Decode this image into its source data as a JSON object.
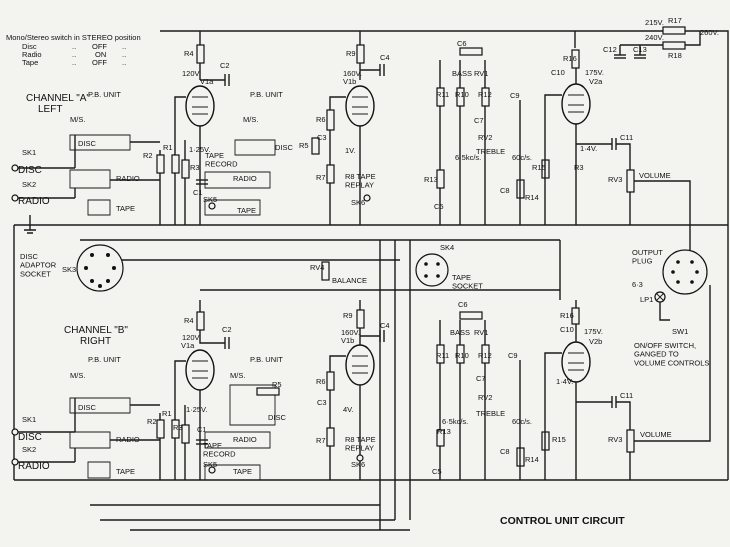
{
  "header": {
    "note_title": "Mono/Stereo switch in STEREO position",
    "note_rows": [
      {
        "source": "Disc",
        "mark1": "..",
        "state": "OFF",
        "mark2": ".."
      },
      {
        "source": "Radio",
        "mark1": "..",
        "state": "ON",
        "mark2": ".."
      },
      {
        "source": "Tape",
        "mark1": "..",
        "state": "OFF",
        "mark2": ".."
      }
    ]
  },
  "title": "CONTROL UNIT CIRCUIT",
  "channel_a": {
    "line1": "CHANNEL \"A\"",
    "line2": "LEFT",
    "pb_unit_1": "P.B. UNIT",
    "pb_unit_2": "P.B. UNIT",
    "ms": "M/S.",
    "disc": "DISC",
    "radio": "RADIO",
    "tape": "TAPE",
    "sk1": "SK1",
    "sk1_label": "DISC",
    "sk2": "SK2",
    "sk2_label": "RADIO",
    "tape_record": "TAPE\nRECORD",
    "sk5": "SK5",
    "tape_replay": "R8 TAPE\nREPLAY",
    "sk6": "SK6",
    "tube_1": "V1a",
    "tube_2": "V1b",
    "tube_3": "V2a",
    "v120": "120V.",
    "v160": "160V.",
    "v175": "175V.",
    "v125": "1·25V.",
    "v1": "1V.",
    "v14": "1·4V.",
    "treble": "TREBLE",
    "bass": "BASS",
    "volume": "VOLUME",
    "f65k": "6·5kc/s.",
    "f60": "60c/s."
  },
  "channel_b": {
    "line1": "CHANNEL \"B\"",
    "line2": "RIGHT",
    "pb_unit_1": "P.B. UNIT",
    "pb_unit_2": "P.B. UNIT",
    "ms": "M/S.",
    "disc": "DISC",
    "radio": "RADIO",
    "tape": "TAPE",
    "sk1": "SK1",
    "sk1_label": "DISC",
    "sk2": "SK2",
    "sk2_label": "RADIO",
    "tape_record": "TAPE\nRECORD",
    "sk5": "SK5",
    "tape_replay": "R8 TAPE\nREPLAY",
    "sk6": "SK6",
    "tube_1": "V1a",
    "tube_2": "V1b",
    "tube_3": "V2b",
    "v120": "120V.",
    "v160": "160V.",
    "v175": "175V.",
    "v125": "1·25V.",
    "v4": "4V.",
    "v14": "1·4V.",
    "treble": "TREBLE",
    "bass": "BASS",
    "volume": "VOLUME",
    "f65k": "6·5kc/s.",
    "f60": "60c/s."
  },
  "supply": {
    "v215": "215V.",
    "v240": "240V.",
    "v260": "260V.",
    "r17": "R17",
    "r18": "R18",
    "c12": "C12",
    "c13": "C13"
  },
  "sockets": {
    "sk3_name": "SK3",
    "sk3_label": "DISC\nADAPTOR\nSOCKET",
    "sk4_name": "SK4",
    "sk4_label": "TAPE\nSOCKET",
    "balance": "BALANCE",
    "rv4": "RV4",
    "output_plug": "OUTPUT\nPLUG",
    "v63": "6·3",
    "lp1": "LP1",
    "sw1": "SW1",
    "sw_note": "ON/OFF SWITCH,\nGANGED TO\nVOLUME CONTROLS"
  },
  "refs_a": [
    "R1",
    "R2",
    "R3",
    "R4",
    "C1",
    "C2",
    "R5",
    "R6",
    "R7",
    "C3",
    "R9",
    "C4",
    "R10",
    "R11",
    "R12",
    "C6",
    "C7",
    "RV1",
    "RV2",
    "R13",
    "C5",
    "C8",
    "C9",
    "C10",
    "R14",
    "R15",
    "R16",
    "C11",
    "RV3"
  ],
  "refs_b": [
    "R1",
    "R2",
    "R3",
    "R4",
    "C1",
    "C2",
    "R5",
    "R6",
    "R7",
    "C3",
    "R9",
    "C4",
    "R10",
    "R11",
    "R12",
    "C6",
    "C7",
    "RV1",
    "RV2",
    "R13",
    "C5",
    "C8",
    "C9",
    "C10",
    "R14",
    "R15",
    "R16",
    "C11",
    "RV3"
  ]
}
